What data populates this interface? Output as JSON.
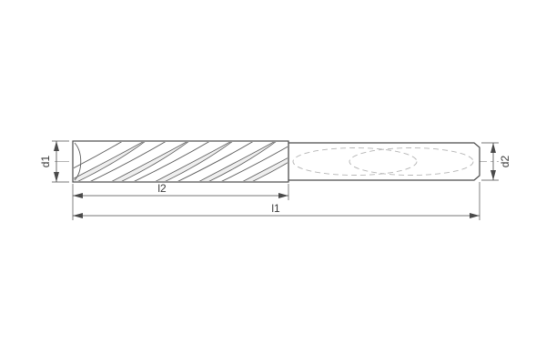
{
  "drawing": {
    "labels": {
      "d1": "d1",
      "d2": "d2",
      "l1": "l1",
      "l2": "l2"
    },
    "colors": {
      "line": "#4a4a4a",
      "centerline": "#9a9a9a",
      "hidden_line": "#b5b5b5",
      "background": "#ffffff"
    }
  }
}
